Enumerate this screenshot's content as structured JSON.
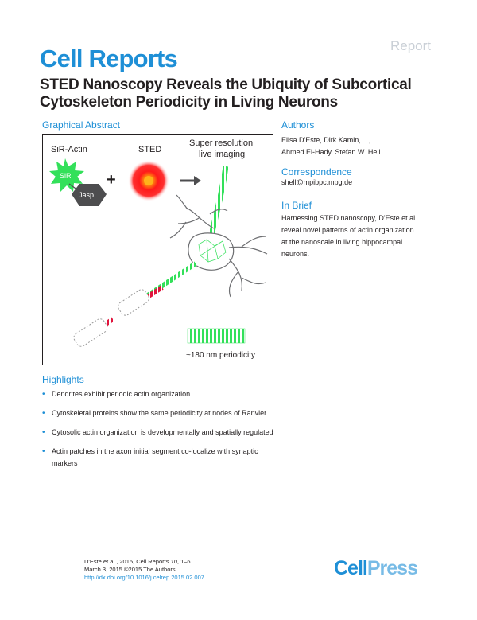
{
  "header": {
    "report_tag": "Report",
    "journal": "Cell Reports",
    "title": "STED Nanoscopy Reveals the Ubiquity of Subcortical Cytoskeleton Periodicity in Living Neurons"
  },
  "graphical_abstract": {
    "heading": "Graphical Abstract",
    "label_sir_actin": "SiR-Actin",
    "label_sted": "STED",
    "label_super_res_1": "Super resolution",
    "label_super_res_2": "live imaging",
    "label_sir": "SiR",
    "label_jasp": "Jasp",
    "label_plus": "+",
    "label_periodicity": "~180 nm periodicity"
  },
  "authors": {
    "heading": "Authors",
    "line1": "Elisa D'Este, Dirk Kamin, ...,",
    "line2": "Ahmed El-Hady, Stefan W. Hell"
  },
  "correspondence": {
    "heading": "Correspondence",
    "email": "shell@mpibpc.mpg.de"
  },
  "in_brief": {
    "heading": "In Brief",
    "text": "Harnessing STED nanoscopy, D'Este et al. reveal novel patterns of actin organization at the nanoscale in living hippocampal neurons."
  },
  "highlights": {
    "heading": "Highlights",
    "bullet": "•",
    "items": [
      "Dendrites exhibit periodic actin organization",
      "Cytoskeletal proteins show the same periodicity at nodes of Ranvier",
      "Cytosolic actin organization is developmentally and spatially regulated",
      "Actin patches in the axon initial segment co-localize with synaptic markers"
    ]
  },
  "footer": {
    "citation_prefix": "D'Este et al., 2015, Cell Reports ",
    "volume": "10",
    "citation_suffix": ", 1–6",
    "date_line": "March 3, 2015 ©2015 The Authors",
    "doi": "http://dx.doi.org/10.1016/j.celrep.2015.02.007",
    "brand_part1": "Cell",
    "brand_part2": "Press"
  },
  "colors": {
    "accent": "#1e8fd6",
    "sir_green": "#33e05a",
    "jasp_gray": "#4d4d4f",
    "actin_red": "#e0143c"
  }
}
